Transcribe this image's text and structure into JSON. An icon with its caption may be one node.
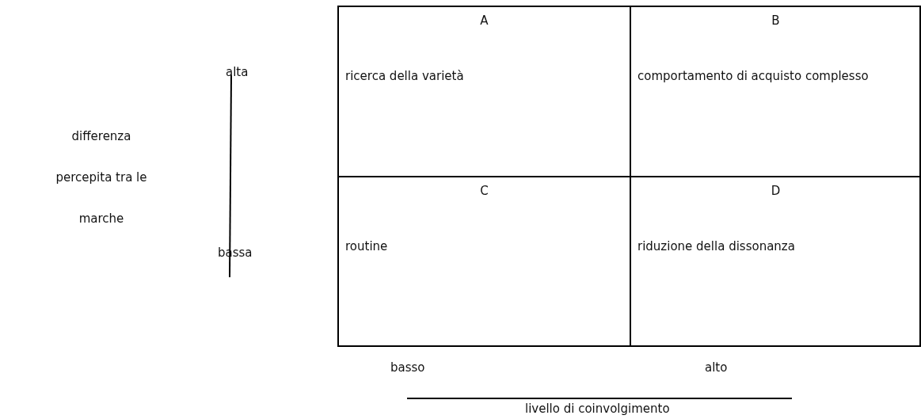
{
  "diagram": {
    "nodes": [
      {
        "text": [
          "A",
          "ricerca della varietà"
        ]
      },
      {
        "text": [
          "B",
          "comportamento di acquisto complesso"
        ]
      },
      {
        "text": [
          "C",
          "routine"
        ]
      },
      {
        "text": [
          "D",
          "riduzione della dissonanza"
        ]
      }
    ],
    "labels": [
      "alta",
      "differenza percepita tra le marche",
      "bassa",
      "basso",
      "alto",
      "livello di coinvolgimento"
    ]
  }
}
